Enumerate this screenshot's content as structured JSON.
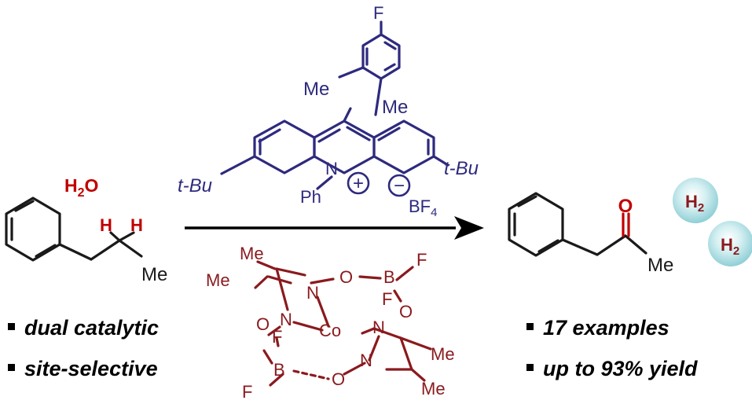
{
  "colors": {
    "black": "#1a1a1a",
    "catalyst": "#2e2a7e",
    "cobalt": "#8a1a1e",
    "red": "#c00000",
    "bubble": "#9fd6dc"
  },
  "reactant": {
    "water_main": "H",
    "water_sub": "2",
    "water_end": "O",
    "h_left": "H",
    "h_right": "H",
    "methyl": "Me"
  },
  "photocatalyst": {
    "fluoro": "F",
    "methyl_top": "Me",
    "methyl_right": "Me",
    "tbu_left": "t-Bu",
    "tbu_right": "t-Bu",
    "nitrogen": "N",
    "phenyl": "Ph",
    "plus": "+",
    "minus": "−",
    "counterion": "BF",
    "counterion_sub": "4"
  },
  "cobaloxime": {
    "me1": "Me",
    "me2": "Me",
    "me3": "Me",
    "me4": "Me",
    "n1": "N",
    "n2": "N",
    "n3": "N",
    "n4": "N",
    "o1": "O",
    "o2": "O",
    "o3": "O",
    "o4": "O",
    "b1": "B",
    "b2": "B",
    "f1": "F",
    "f2": "F",
    "f3": "F",
    "f4": "F",
    "cobalt": "Co"
  },
  "product": {
    "oxygen": "O",
    "methyl": "Me",
    "h2_main": "H",
    "h2_sub": "2"
  },
  "bullets": {
    "left": [
      "dual catalytic",
      "site-selective"
    ],
    "right": [
      "17 examples",
      "up to 93% yield"
    ]
  }
}
